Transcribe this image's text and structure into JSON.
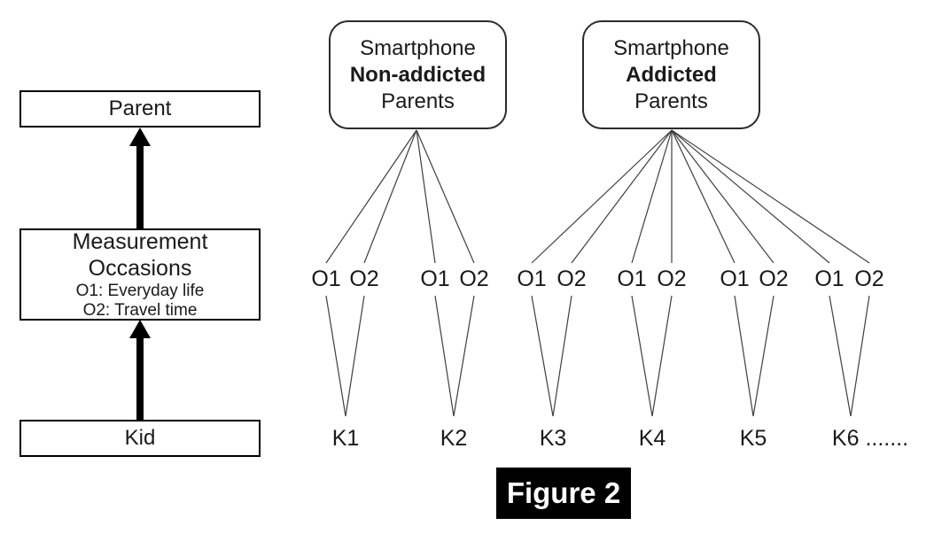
{
  "figure": {
    "caption": "Figure 2"
  },
  "left_panel": {
    "parent_label": "Parent",
    "measurement": {
      "title": "Measurement Occasions",
      "occasion1": "O1: Everyday life",
      "occasion2": "O2: Travel time"
    },
    "kid_label": "Kid"
  },
  "groups": [
    {
      "line1": "Smartphone",
      "line2": "Non-addicted",
      "line3": "Parents"
    },
    {
      "line1": "Smartphone",
      "line2": "Addicted",
      "line3": "Parents"
    }
  ],
  "occasion_labels": [
    "O1",
    "O2",
    "O1",
    "O2",
    "O1",
    "O2",
    "O1",
    "O2",
    "O1",
    "O2",
    "O1",
    "O2"
  ],
  "kid_labels": [
    "K1",
    "K2",
    "K3",
    "K4",
    "K5",
    "K6 ......."
  ],
  "colors": {
    "background": "#ffffff",
    "line": "#3f3f3f",
    "border": "#000000",
    "caption_bg": "#000000",
    "caption_fg": "#ffffff"
  }
}
